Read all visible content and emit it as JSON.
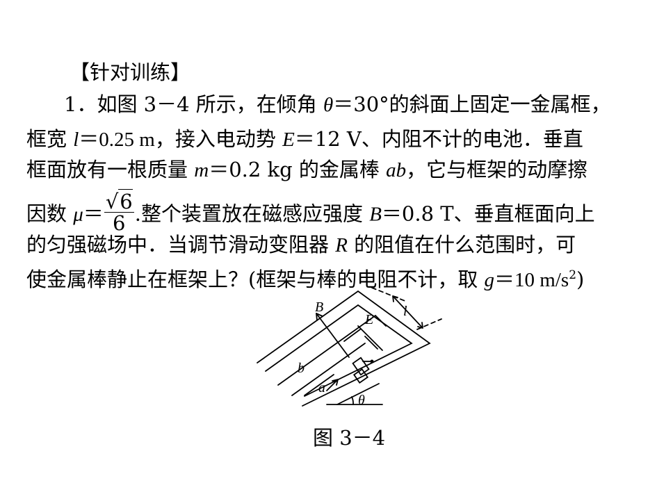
{
  "heading": "【针对训练】",
  "problem": {
    "l1_a": "1．如图 3－4 所示，在倾角",
    "theta": "θ",
    "l1_b": "＝30°的斜面上固定一金属框，",
    "l2_a": "框宽",
    "l_var": "l",
    "l2_b": "＝0.25 m，接入电动势",
    "E_var": "E",
    "l2_c": "＝12 V、内阻不计的电池．垂直",
    "l3_a": "框面放有一根质量",
    "m_var": "m",
    "l3_b": "＝0.2  kg 的金属棒",
    "ab_var": "ab",
    "l3_c": "，它与框架的动摩擦",
    "l4_a": "因数",
    "mu_var": "μ",
    "l4_eq": "＝",
    "frac_num": "6",
    "frac_den": "6",
    "l4_b": ".整个装置放在磁感应强度",
    "B_var": "B",
    "l4_c": "＝0.8 T、垂直框面向上",
    "l5_a": "的匀强磁场中．当调节滑动变阻器",
    "R_var": "R",
    "l5_b": "的阻值在什么范围时，可",
    "l6_a": "使金属棒静止在框架上？(框架与棒的电阻不计，取",
    "g_var": "g",
    "l6_b": "＝10 m/s",
    "l6_sup": "2",
    "l6_c": ")"
  },
  "figure": {
    "label_B": "B",
    "label_E": "E",
    "label_l": "l",
    "label_b": "b",
    "label_a": "a",
    "label_theta": "θ",
    "caption": "图 3－4"
  }
}
